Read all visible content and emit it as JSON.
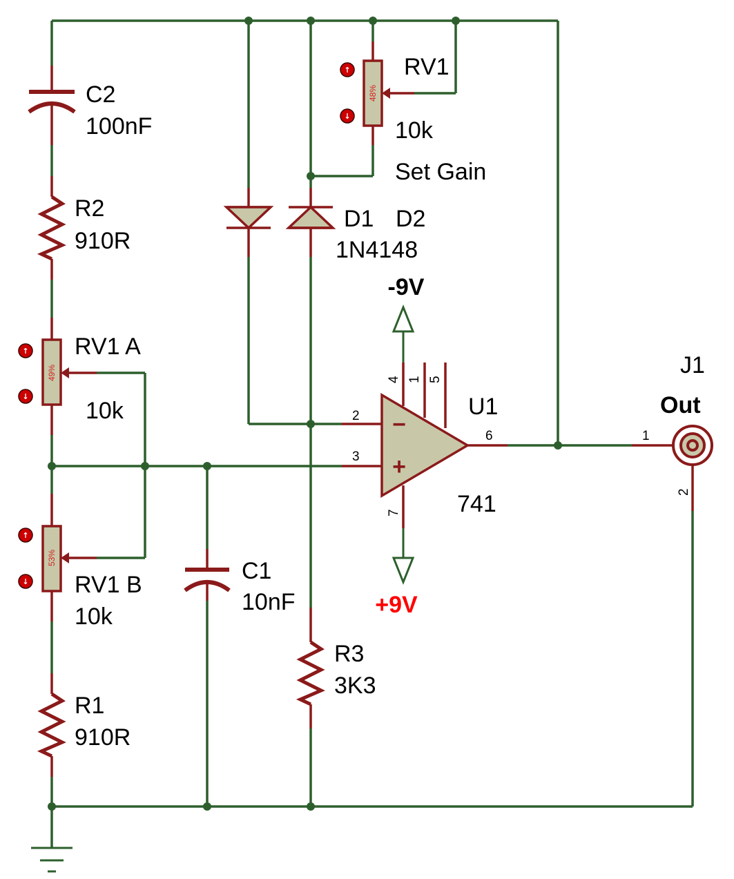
{
  "components": {
    "c2": {
      "ref": "C2",
      "value": "100nF"
    },
    "r2": {
      "ref": "R2",
      "value": "910R"
    },
    "rv1a": {
      "ref": "RV1 A",
      "value": "10k",
      "setting": "49%"
    },
    "rv1b": {
      "ref": "RV1 B",
      "value": "10k",
      "setting": "53%"
    },
    "r1": {
      "ref": "R1",
      "value": "910R"
    },
    "c1": {
      "ref": "C1",
      "value": "10nF"
    },
    "rv1": {
      "ref": "RV1",
      "value": "10k",
      "note": "Set Gain",
      "setting": "48%"
    },
    "d1": {
      "ref": "D1"
    },
    "d2": {
      "ref": "D2"
    },
    "diode_value": "1N4148",
    "r3": {
      "ref": "R3",
      "value": "3K3"
    },
    "u1": {
      "ref": "U1",
      "value": "741",
      "minus_sign": "−",
      "plus_sign": "+",
      "pins": {
        "p1": "1",
        "p2": "2",
        "p3": "3",
        "p4": "4",
        "p5": "5",
        "p6": "6",
        "p7": "7"
      }
    },
    "j1": {
      "ref": "J1",
      "label": "Out",
      "pins": {
        "p1": "1",
        "p2": "2"
      }
    }
  },
  "rails": {
    "negative": {
      "label": "-9V",
      "color": "#000000"
    },
    "positive": {
      "label": "+9V",
      "color": "#ff0000"
    }
  },
  "colors": {
    "wire": "#2d5f2d",
    "component": "#8b1a1a",
    "component_fill": "#c8c8a9",
    "jog_button": "#cc0000"
  }
}
